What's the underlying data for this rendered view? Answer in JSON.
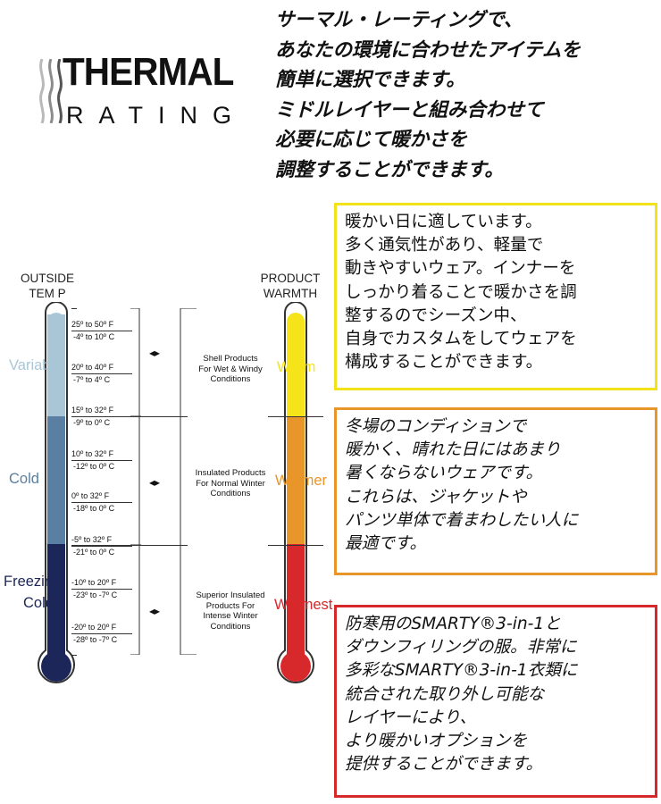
{
  "logo": {
    "word1": "THERMAL",
    "word2": "RATING",
    "wave_icon": "heat-wave-icon"
  },
  "intro": {
    "lines": [
      "サーマル・レーティングで、",
      "あなたの環境に合わせたアイテムを",
      "簡単に選択できます。",
      "ミドルレイヤーと組み合わせて",
      "必要に応じて暖かさを",
      "調整することができます。"
    ]
  },
  "left_heading": {
    "line1": "OUTSIDE",
    "line2": "TEM P"
  },
  "right_heading": {
    "line1": "PRODUCT",
    "line2": "WARMTH"
  },
  "zones": {
    "variable": "Variable",
    "cold": "Cold",
    "freezing1": "Freezing",
    "freezing2": "Cold"
  },
  "warmth": {
    "warm": "Warm",
    "warmer": "Warmer",
    "warmest": "Warmest"
  },
  "ranges": [
    {
      "f": "25º to 50º F",
      "c": "-4º to 10º   C"
    },
    {
      "f": "20º to 40º F",
      "c": "-7º to 4º   C"
    },
    {
      "f": "15º to 32º F",
      "c": "-9º to 0º   C"
    },
    {
      "f": "10º to 32º F",
      "c": "-12º to 0º   C"
    },
    {
      "f": "0º to 32º F",
      "c": "-18º to 0º   C"
    },
    {
      "f": "-5º to 32º   F",
      "c": "-21º to 0º   C"
    },
    {
      "f": "-10º to 20º   F",
      "c": "-23º to -7º   C"
    },
    {
      "f": "-20º to 20º   F",
      "c": "-28º to -7º   C"
    }
  ],
  "products": {
    "shell": [
      "Shell Products",
      "For Wet & Windy",
      "Conditions"
    ],
    "insulated": [
      "Insulated Products",
      "For Normal Winter",
      "Conditions"
    ],
    "superior": [
      "Superior Insulated",
      "Products For",
      "Intense Winter",
      "Conditions"
    ]
  },
  "arrow_icon": "double-arrow-icon",
  "arrow_glyph": "◂▸",
  "boxes": {
    "warm": [
      "暖かい日に適しています。",
      "多く通気性があり、軽量で",
      "動きやすいウェア。インナーを",
      "しっかり着ることで暖かさを調",
      "整するのでシーズン中、",
      "自身でカスタムをしてウェアを",
      "構成することができます。"
    ],
    "warmer": [
      "冬場のコンディションで",
      "暖かく、晴れた日にはあまり",
      "暑くならないウェアです。",
      "これらは、ジャケットや",
      "パンツ単体で着まわしたい人に",
      "最適です。"
    ],
    "warmest": [
      "防寒用のSMARTY®3-in-1と",
      "ダウンフィリングの服。非常に",
      "多彩なSMARTY®3-in-1衣類に",
      "統合された取り外し可能な",
      "レイヤーにより、",
      "より暖かいオプションを",
      "提供することができます。"
    ]
  },
  "colors": {
    "variable": "#a9c6d6",
    "cold": "#5a7fa3",
    "freezing": "#1d2659",
    "warm": "#f5e41a",
    "warmer": "#e8962a",
    "warmest": "#d7282b",
    "tube_outline": "#333333"
  }
}
